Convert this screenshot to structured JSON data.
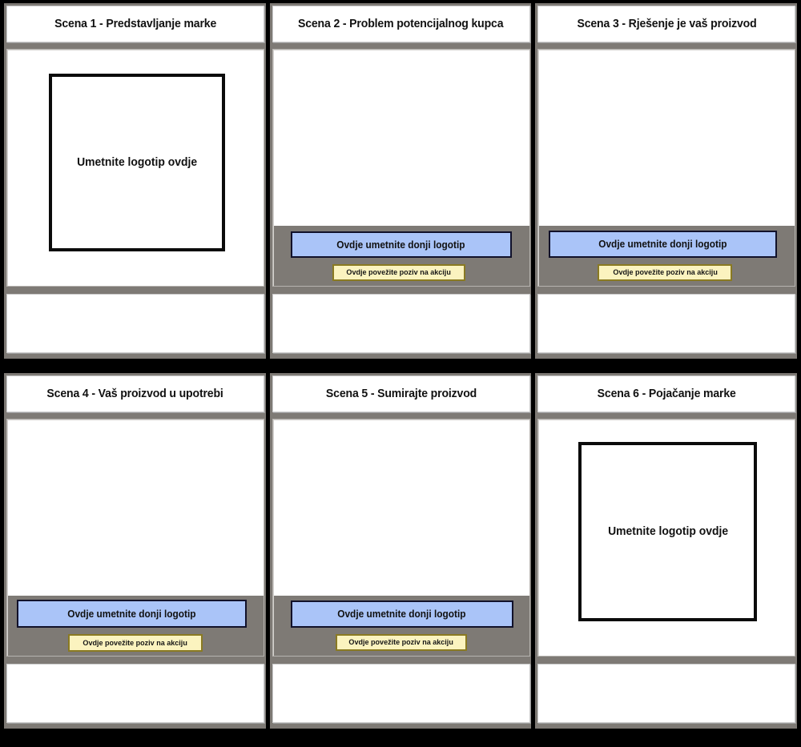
{
  "board": {
    "background_color": "#000000",
    "panel_gray": "#7e7a75",
    "logo_button_blue": "#aac4f8",
    "cta_button_yellow": "#fbf3bf",
    "rows": 2,
    "columns": 3
  },
  "labels": {
    "insert_logo": "Umetnite logotip ovdje",
    "bottom_logo": "Ovdje umetnite donji logotip",
    "call_to_action": "Ovdje povežite poziv na akciju"
  },
  "scenes": [
    {
      "id": "scene-1",
      "title": "Scena 1 - Predstavljanje marke",
      "logo_text": "Umetnite logotip ovdje",
      "bottom_logo_text": "",
      "cta_text": "",
      "caption": ""
    },
    {
      "id": "scene-2",
      "title": "Scena 2 - Problem potencijalnog kupca",
      "logo_text": "",
      "bottom_logo_text": "Ovdje umetnite donji logotip",
      "cta_text": "Ovdje povežite poziv na akciju",
      "caption": ""
    },
    {
      "id": "scene-3",
      "title": "Scena 3 - Rješenje je vaš proizvod",
      "logo_text": "",
      "bottom_logo_text": "Ovdje umetnite donji logotip",
      "cta_text": "Ovdje povežite poziv na akciju",
      "caption": ""
    },
    {
      "id": "scene-4",
      "title": "Scena 4 - Vaš proizvod u upotrebi",
      "logo_text": "",
      "bottom_logo_text": "Ovdje umetnite donji logotip",
      "cta_text": "Ovdje povežite poziv na akciju",
      "caption": ""
    },
    {
      "id": "scene-5",
      "title": "Scena 5 - Sumirajte proizvod",
      "logo_text": "",
      "bottom_logo_text": "Ovdje umetnite donji logotip",
      "cta_text": "Ovdje povežite poziv na akciju",
      "caption": ""
    },
    {
      "id": "scene-6",
      "title": "Scena 6 - Pojačanje marke",
      "logo_text": "Umetnite logotip ovdje",
      "bottom_logo_text": "",
      "cta_text": "",
      "caption": ""
    }
  ]
}
